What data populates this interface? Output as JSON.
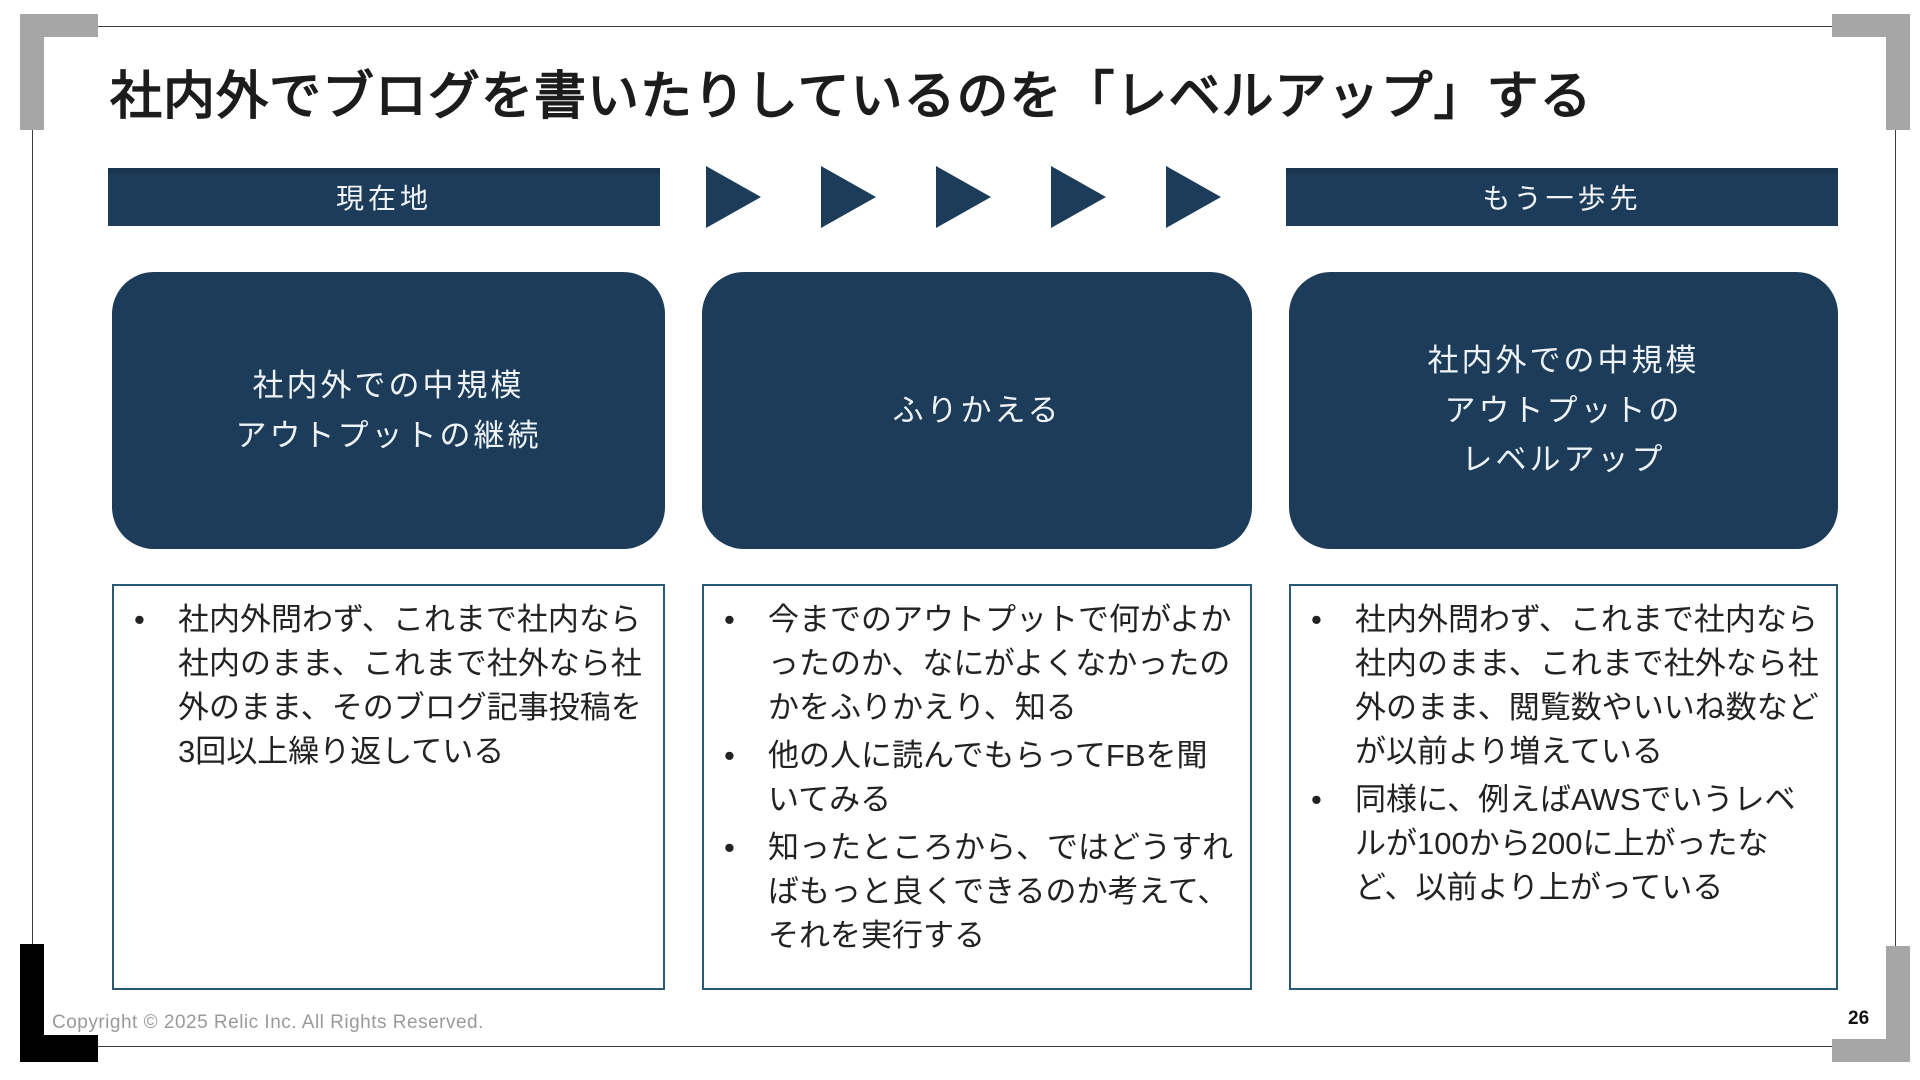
{
  "slide": {
    "title": "社内外でブログを書いたりしているのを「レベルアップ」する",
    "footer": "Copyright © 2025 Relic Inc. All Rights Reserved.",
    "page_number": "26"
  },
  "ui": {
    "bullet_char": "•",
    "arrow_icon_count": 5
  },
  "colors": {
    "navy": "#1c3c5a",
    "detail_border": "#285a78",
    "bracket_gray": "#a6a6a6",
    "bracket_black": "#000000",
    "frame_line": "#3d3d3d",
    "title_text": "#1c1c1c",
    "body_text": "#222222",
    "footer_text": "#9a9a9a",
    "stage_text": "#eef3f7"
  },
  "header_bars": {
    "left_label": "現在地",
    "right_label": "もう一歩先"
  },
  "stage_boxes": [
    {
      "lines": [
        "社内外での中規模",
        "アウトプットの継続"
      ]
    },
    {
      "lines": [
        "ふりかえる"
      ]
    },
    {
      "lines": [
        "社内外での中規模",
        "アウトプットの",
        "レベルアップ"
      ]
    }
  ],
  "detail_boxes": [
    {
      "bullets": [
        "社内外問わず、これまで社内なら社内のまま、これまで社外なら社外のまま、そのブログ記事投稿を3回以上繰り返している"
      ]
    },
    {
      "bullets": [
        "今までのアウトプットで何がよかったのか、なにがよくなかったのかをふりかえり、知る",
        "他の人に読んでもらってFBを聞いてみる",
        "知ったところから、ではどうすればもっと良くできるのか考えて、それを実行する"
      ]
    },
    {
      "bullets": [
        "社内外問わず、これまで社内なら社内のまま、これまで社外なら社外のまま、閲覧数やいいね数などが以前より増えている",
        "同様に、例えばAWSでいうレベルが100から200に上がったなど、以前より上がっている"
      ]
    }
  ]
}
